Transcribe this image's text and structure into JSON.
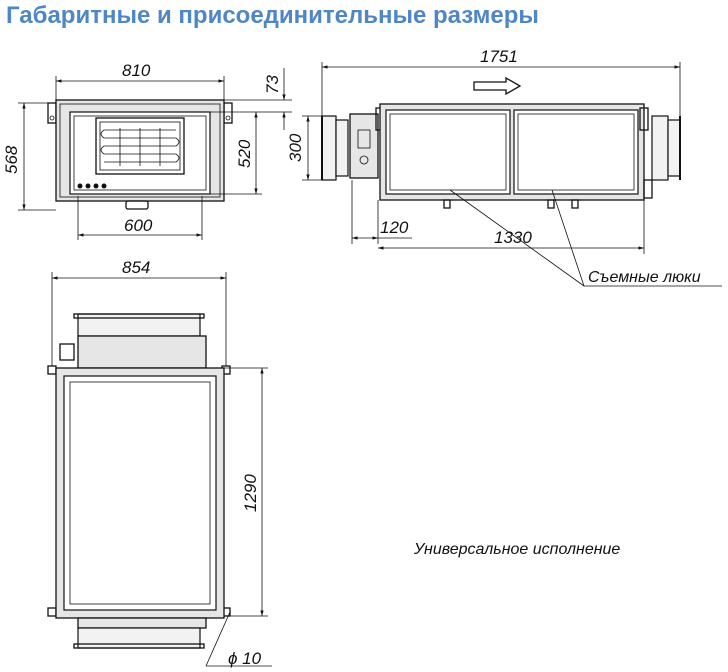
{
  "title": "Габаритные и присоединительные размеры",
  "front_view": {
    "width_outer": "810",
    "height_top": "73",
    "height_outer": "568",
    "height_inner": "520",
    "width_inner": "600"
  },
  "side_view": {
    "length_total": "1751",
    "duct_height": "300",
    "duct_length": "120",
    "body_length": "1330"
  },
  "top_view": {
    "width": "854",
    "length": "1290",
    "hole_diameter": "ϕ 10"
  },
  "labels": {
    "removable_hatches": "Съемные люки",
    "universal_version": "Универсальное исполнение"
  }
}
